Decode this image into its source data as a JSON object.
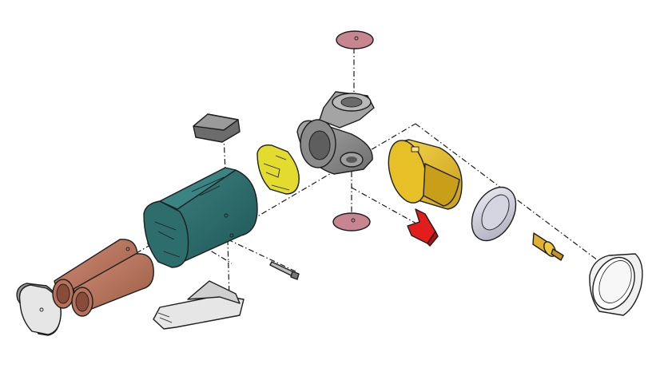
{
  "diagram": {
    "type": "exploded-assembly-view",
    "parts": [
      {
        "id": "end-cap",
        "icon": "oval-cap",
        "color": "#e4e4e4"
      },
      {
        "id": "battery-left",
        "icon": "cylinder",
        "color": "#b8705a"
      },
      {
        "id": "battery-right",
        "icon": "cylinder",
        "color": "#b8705a"
      },
      {
        "id": "battery-housing",
        "icon": "housing",
        "color": "#2e6b6b"
      },
      {
        "id": "top-button",
        "icon": "button",
        "color": "#7a7a7a"
      },
      {
        "id": "bottom-bracket",
        "icon": "bracket",
        "color": "#dcdcdc"
      },
      {
        "id": "screw",
        "icon": "screw",
        "color": "#888888"
      },
      {
        "id": "yellow-clip",
        "icon": "clip",
        "color": "#e8e030"
      },
      {
        "id": "pivot-body",
        "icon": "pivot",
        "color": "#8c8c8c"
      },
      {
        "id": "top-pad",
        "icon": "disc",
        "color": "#c98a94"
      },
      {
        "id": "bottom-pad",
        "icon": "disc",
        "color": "#c98a94"
      },
      {
        "id": "red-clip",
        "icon": "spring-clip",
        "color": "#e02020"
      },
      {
        "id": "gold-sleeve",
        "icon": "sleeve",
        "color": "#e8bf2a"
      },
      {
        "id": "reflector",
        "icon": "reflector",
        "color": "#c9c9d6"
      },
      {
        "id": "bulb",
        "icon": "bulb",
        "color": "#e0b030"
      },
      {
        "id": "bezel-ring",
        "icon": "ring",
        "color": "#f2f2f2"
      }
    ]
  }
}
